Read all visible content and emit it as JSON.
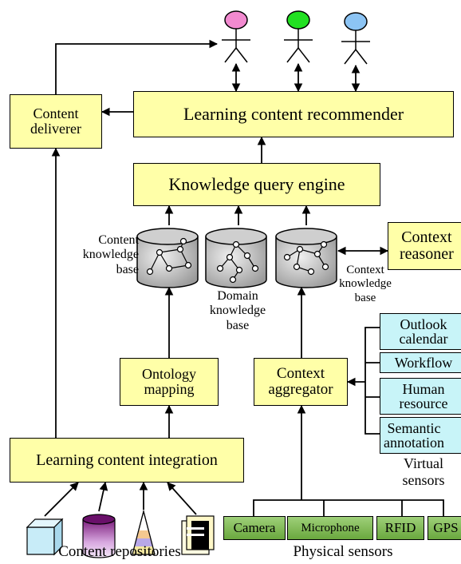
{
  "boxes": {
    "content_deliverer": "Content\ndeliverer",
    "recommender": "Learning content recommender",
    "query_engine": "Knowledge query engine",
    "context_reasoner": "Context\nreasoner",
    "ontology_mapping": "Ontology\nmapping",
    "context_aggregator": "Context\naggregator",
    "content_integration": "Learning content integration"
  },
  "knowledge_bases": {
    "content": "Content\nknowledge\nbase",
    "domain": "Domain\nknowledge\nbase",
    "context": "Context\nknowledge\nbase"
  },
  "virtual_sensors": {
    "items": [
      "Outlook\ncalendar",
      "Workflow",
      "Human\nresource",
      "Semantic\nannotation"
    ],
    "label": "Virtual\nsensors"
  },
  "physical_sensors": {
    "items": [
      "Camera",
      "Microphone",
      "RFID",
      "GPS"
    ],
    "label": "Physical sensors"
  },
  "content_repositories": {
    "label": "Content repositories"
  },
  "users": {
    "head_colors": [
      "#f28ad0",
      "#22e022",
      "#8cc4f4"
    ]
  },
  "colors": {
    "process_box": "#ffffa8",
    "virtual_sensor_box": "#c8f4f8",
    "physical_sensor_box": "#7fbc50"
  }
}
